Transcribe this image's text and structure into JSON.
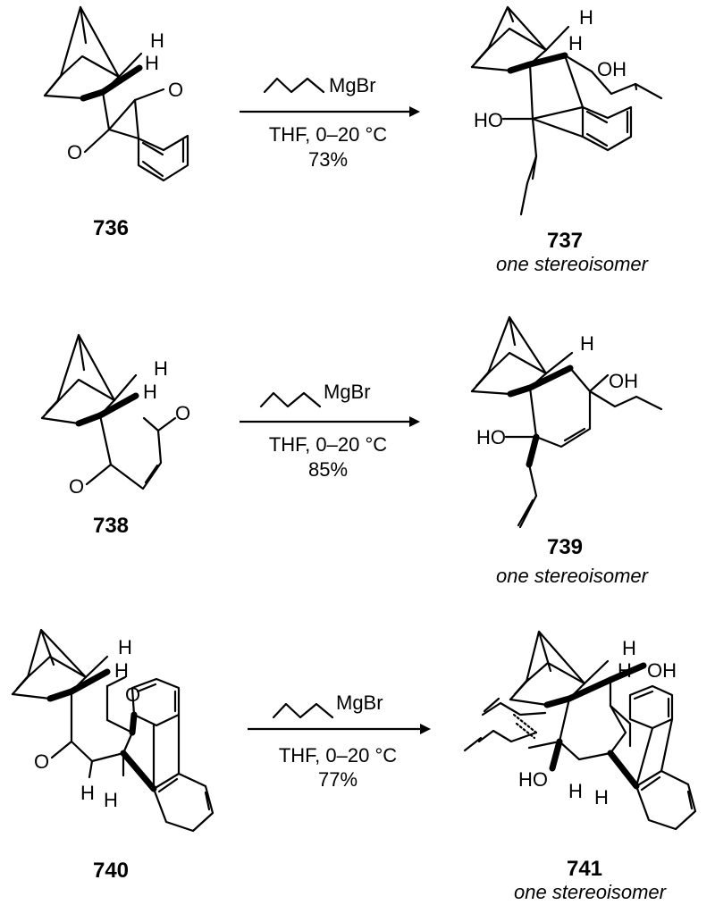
{
  "reactions": [
    {
      "start_id": "736",
      "product_id": "737",
      "product_note": "one stereoisomer",
      "reagent": "MgBr",
      "conditions": "THF, 0–20 °C",
      "yield": "73%",
      "start_labels": {
        "h1": "H",
        "h2": "H",
        "o1": "O",
        "o2": "O"
      },
      "product_labels": {
        "h1": "H",
        "h2": "H",
        "oh1": "OH",
        "oh2": "HO"
      }
    },
    {
      "start_id": "738",
      "product_id": "739",
      "product_note": "one stereoisomer",
      "reagent": "MgBr",
      "conditions": "THF, 0–20 °C",
      "yield": "85%",
      "start_labels": {
        "h1": "H",
        "h2": "H",
        "o1": "O",
        "o2": "O"
      },
      "product_labels": {
        "h1": "H",
        "oh1": "OH",
        "oh2": "HO"
      }
    },
    {
      "start_id": "740",
      "product_id": "741",
      "product_note": "one stereoisomer",
      "reagent": "MgBr",
      "conditions": "THF, 0–20 °C",
      "yield": "77%",
      "start_labels": {
        "h1": "H",
        "h2": "H",
        "o1": "O",
        "o2": "O",
        "h3": "H",
        "h4": "H"
      },
      "product_labels": {
        "h1": "H",
        "h2": "H",
        "oh1": "OH",
        "oh2": "HO",
        "h3": "H",
        "h4": "H"
      }
    }
  ]
}
